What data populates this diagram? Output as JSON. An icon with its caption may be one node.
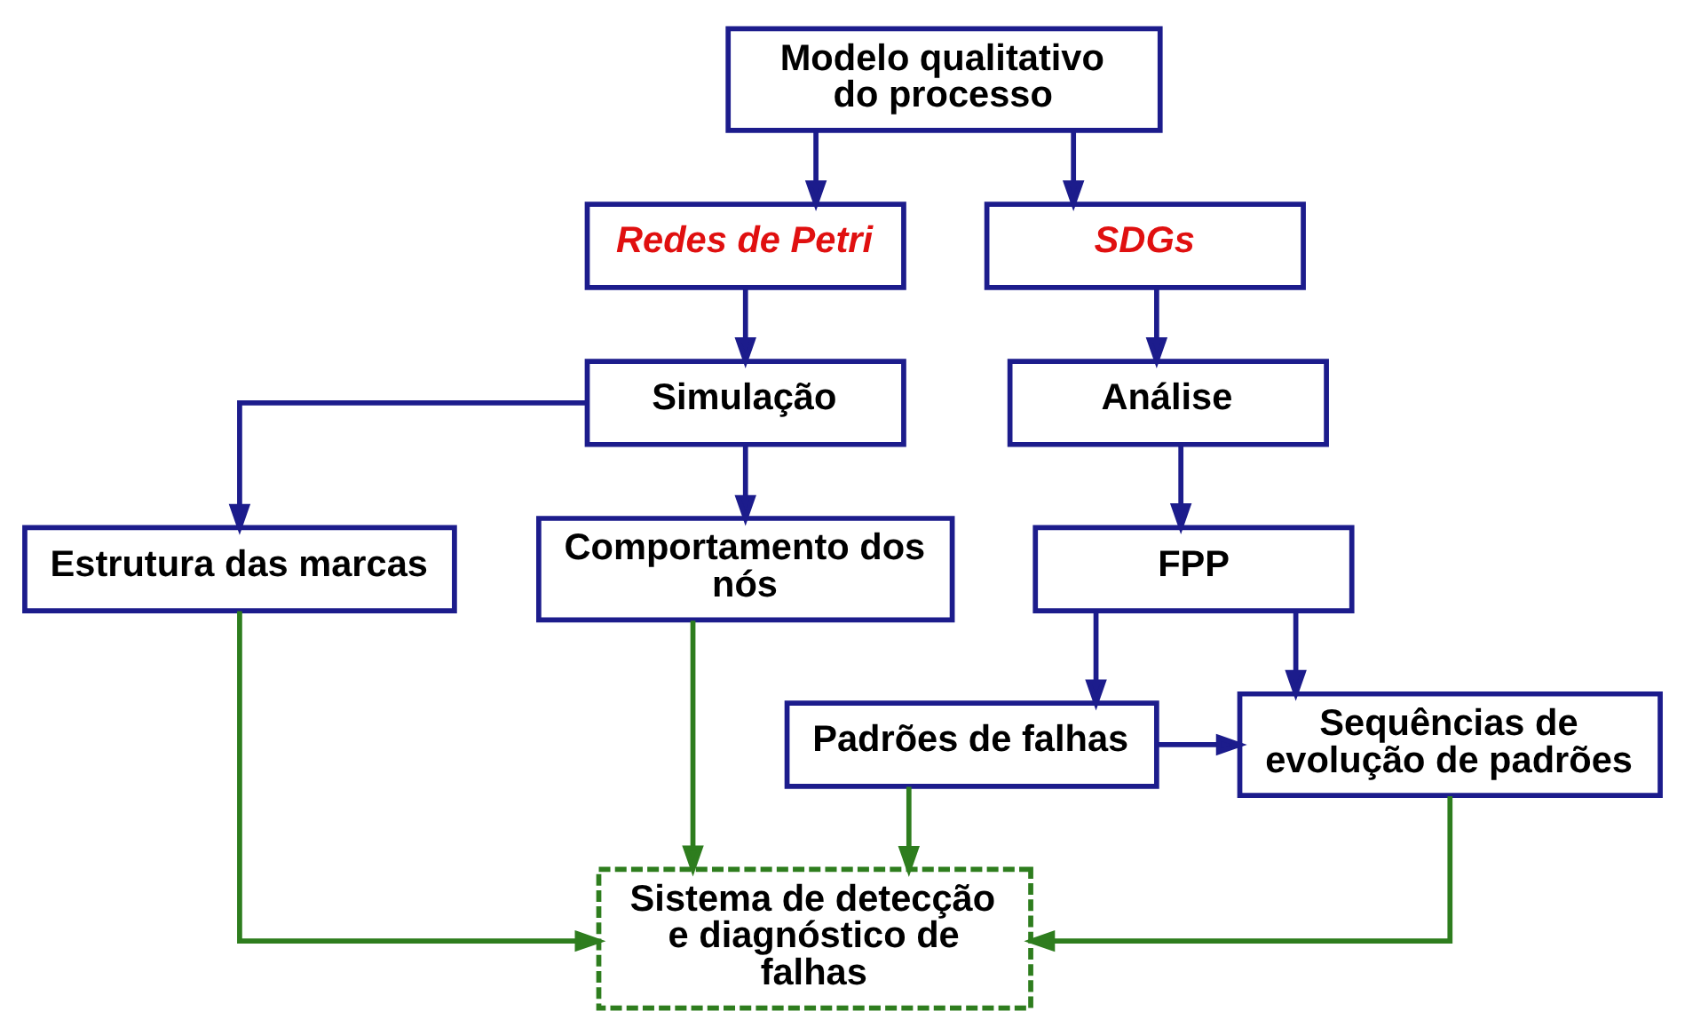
{
  "diagram": {
    "nodes": [
      {
        "text": [
          "Modelo qualitativo do processo"
        ]
      },
      {
        "text": [
          "Redes de Petri"
        ]
      },
      {
        "text": [
          "SDGs"
        ]
      },
      {
        "text": [
          "Simulação"
        ]
      },
      {
        "text": [
          "Análise"
        ]
      },
      {
        "text": [
          "Estrutura das marcas"
        ]
      },
      {
        "text": [
          "Comportamento dos nós"
        ]
      },
      {
        "text": [
          "FPP"
        ]
      },
      {
        "text": [
          "Padrões de falhas"
        ]
      },
      {
        "text": [
          "Sequências de evolução de padrões"
        ]
      },
      {
        "text": [
          "Sistema de detecção e diagnóstico de falhas"
        ]
      }
    ],
    "edges": [
      {
        "from": 0,
        "to": 1,
        "arrow": "to"
      },
      {
        "from": 0,
        "to": 2,
        "arrow": "to"
      },
      {
        "from": 1,
        "to": 3,
        "arrow": "to"
      },
      {
        "from": 2,
        "to": 4,
        "arrow": "to"
      },
      {
        "from": 3,
        "to": 5,
        "arrow": "to"
      },
      {
        "from": 3,
        "to": 6,
        "arrow": "to"
      },
      {
        "from": 4,
        "to": 7,
        "arrow": "to"
      },
      {
        "from": 7,
        "to": 8,
        "arrow": "to"
      },
      {
        "from": 7,
        "to": 9,
        "arrow": "to"
      },
      {
        "from": 8,
        "to": 9,
        "arrow": "to"
      },
      {
        "from": 5,
        "to": 10,
        "arrow": "to",
        "color": "#2e7d1e"
      },
      {
        "from": 6,
        "to": 10,
        "arrow": "to",
        "color": "#2e7d1e"
      },
      {
        "from": 8,
        "to": 10,
        "arrow": "to",
        "color": "#2e7d1e"
      },
      {
        "from": 9,
        "to": 10,
        "arrow": "to",
        "color": "#2e7d1e"
      }
    ]
  }
}
